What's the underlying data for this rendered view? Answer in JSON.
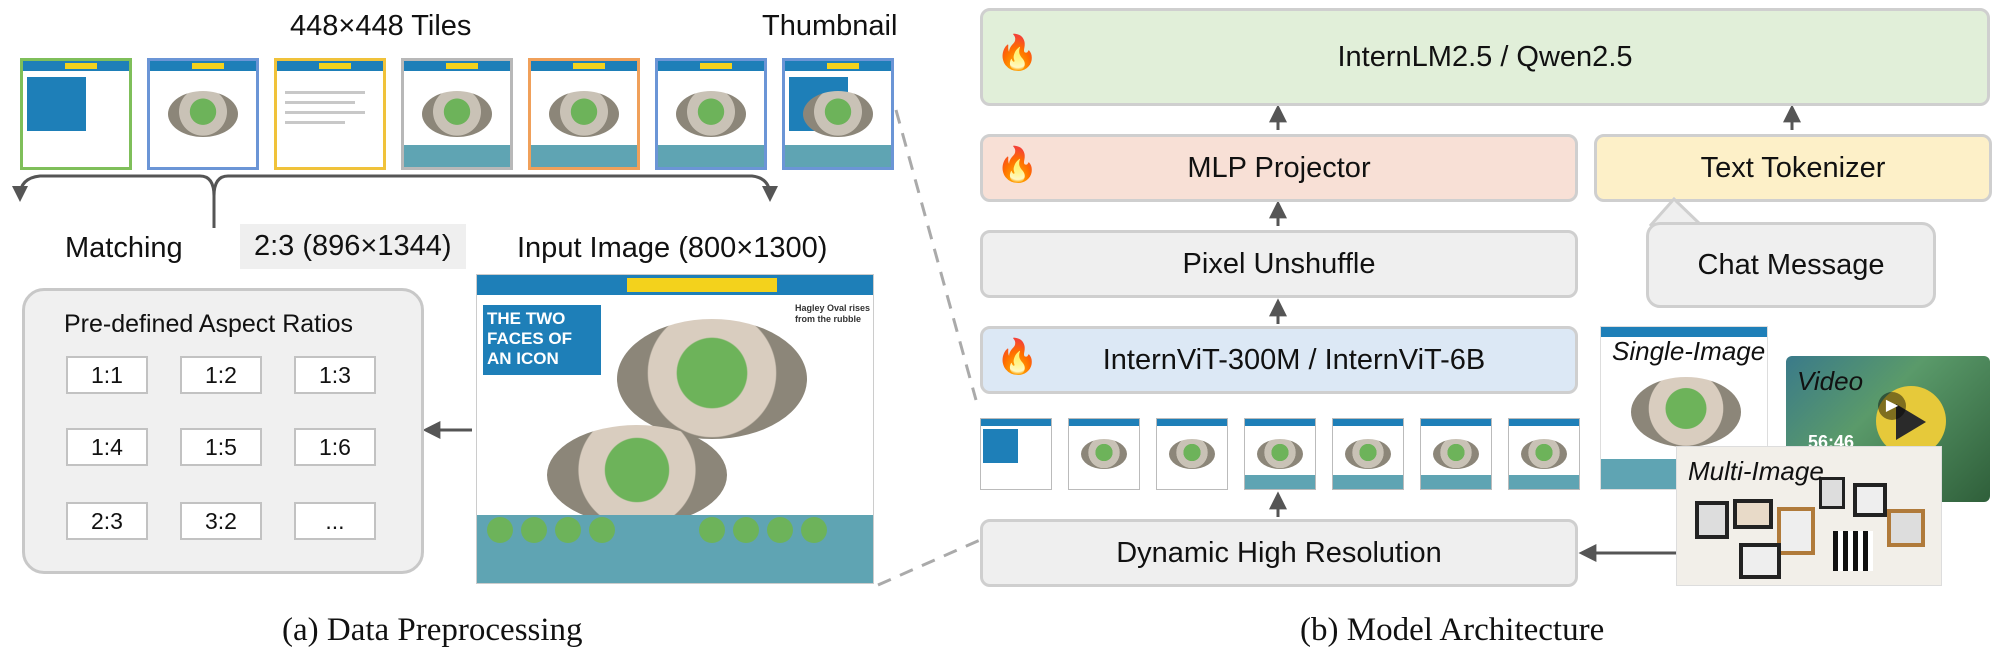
{
  "preprocessing": {
    "tiles_title": "448×448 Tiles",
    "thumbnail_label": "Thumbnail",
    "matching_label": "Matching",
    "matched_ratio": "2:3 (896×1344)",
    "input_label": "Input Image (800×1300)",
    "aspect_title": "Pre-defined Aspect Ratios",
    "ratios": [
      "1:1",
      "1:2",
      "1:3",
      "1:4",
      "1:5",
      "1:6",
      "2:3",
      "3:2",
      "..."
    ],
    "caption": "(a) Data Preprocessing",
    "tile_border_colors": [
      "#7fbf5a",
      "#6b95d6",
      "#f0c23a",
      "#b8b8b8",
      "#f0a05a",
      "#6b95d6",
      "#6b95d6"
    ],
    "poster_text": "THE TWO FACES OF AN ICON",
    "poster_side": "Hagley Oval rises from the rubble"
  },
  "architecture": {
    "llm_label": "InternLM2.5 / Qwen2.5",
    "mlp_label": "MLP Projector",
    "tokenizer_label": "Text Tokenizer",
    "unshuffle_label": "Pixel Unshuffle",
    "chat_label": "Chat Message",
    "vit_label": "InternViT-300M / InternViT-6B",
    "dhr_label": "Dynamic High Resolution",
    "single_image_label": "Single-Image",
    "video_label": "Video",
    "video_time": "56:46",
    "multi_image_label": "Multi-Image",
    "caption": "(b) Model Architecture",
    "colors": {
      "llm_fill": "#e1efd9",
      "mlp_fill": "#f8e0d6",
      "tokenizer_fill": "#fdf0c8",
      "vit_fill": "#dce8f5",
      "gray_fill": "#efefef",
      "border": "#cfcfcf"
    }
  }
}
